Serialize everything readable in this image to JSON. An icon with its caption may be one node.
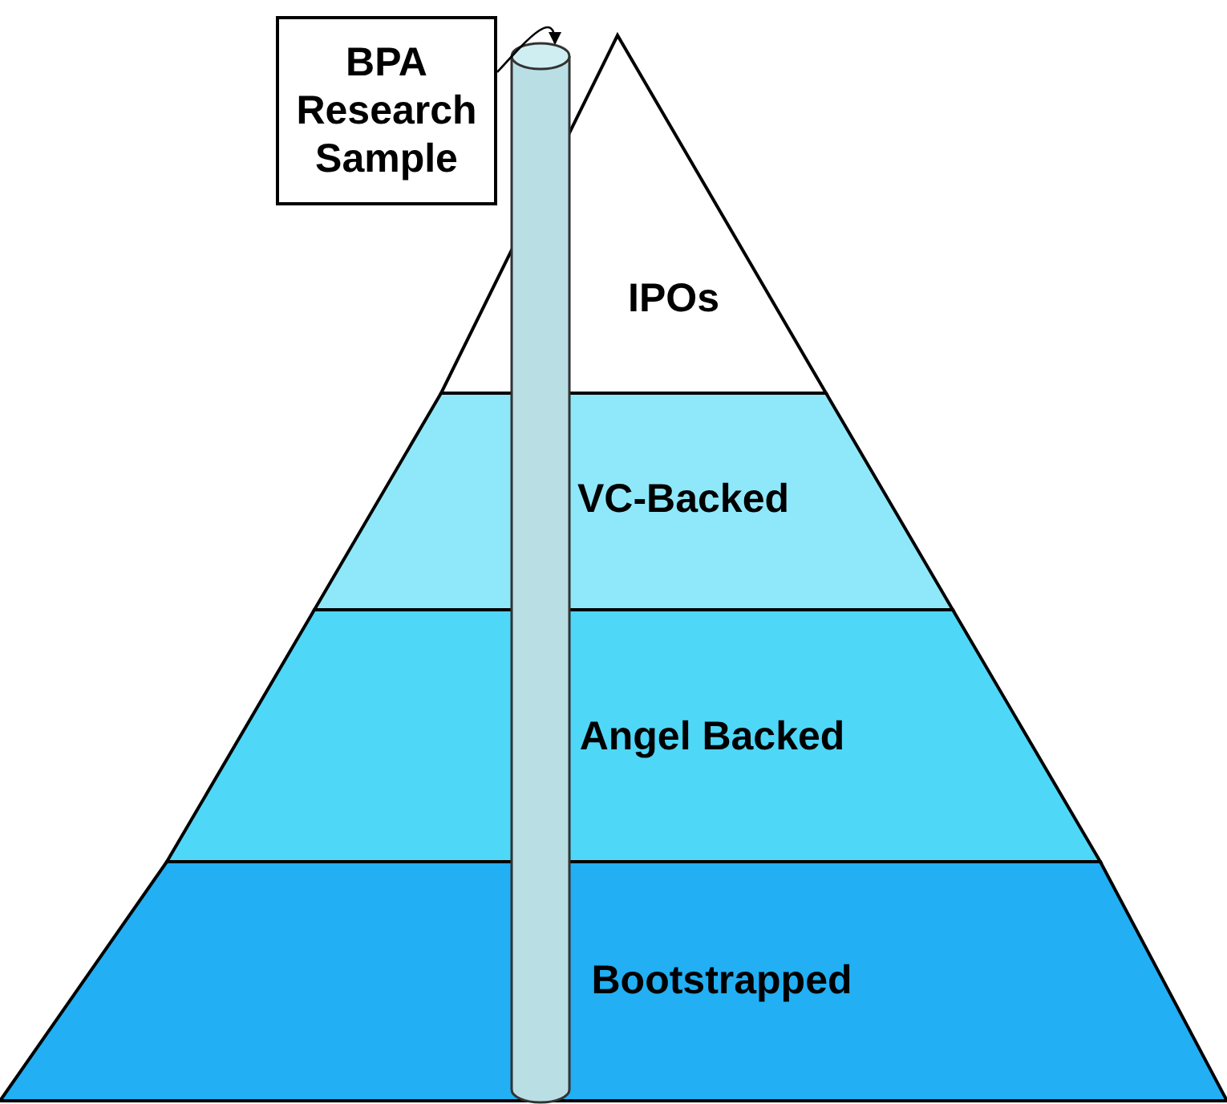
{
  "diagram": {
    "nodes": [
      {
        "text": [
          "BPA Research Sample"
        ]
      },
      {
        "text": [],
        "shape": "cylinder"
      },
      {
        "text": [
          "IPOs"
        ]
      },
      {
        "text": [
          "VC-Backed"
        ]
      },
      {
        "text": [
          "Angel Backed"
        ]
      },
      {
        "text": [
          "Bootstrapped"
        ]
      }
    ],
    "edges": [
      {
        "from": 0,
        "to": 1,
        "arrow": "to"
      }
    ]
  }
}
